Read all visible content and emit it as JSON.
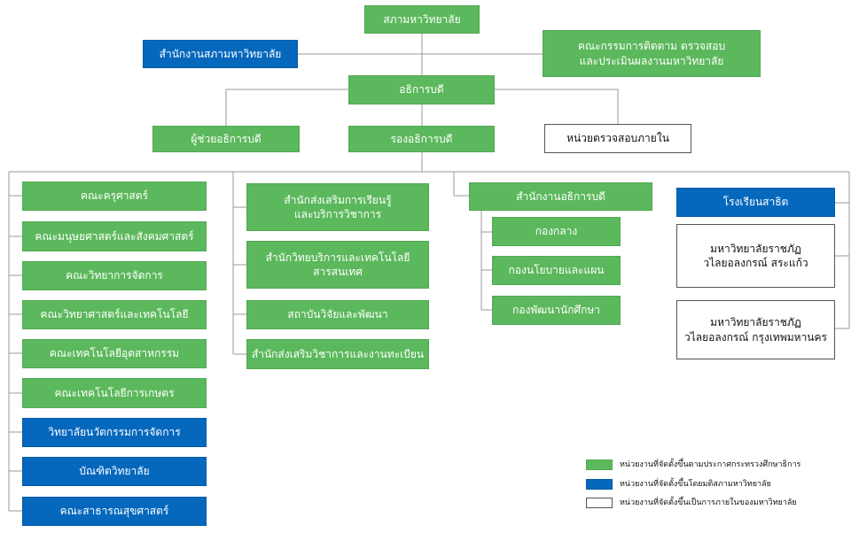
{
  "colors": {
    "green": "#5cb85c",
    "blue": "#0568bd",
    "white": "#ffffff",
    "connector": "#9a9a9a"
  },
  "top": {
    "council": "สภามหาวิทยาลัย",
    "council_office": "สำนักงานสภามหาวิทยาลัย",
    "committee": "คณะกรรมการติดตาม ตรวจสอบ\nและประเมินผลงานมหาวิทยาลัย",
    "president": "อธิการบดี",
    "assistant": "ผู้ช่วยอธิการบดี",
    "vice": "รองอธิการบดี",
    "audit": "หน่วยตรวจสอบภายใน"
  },
  "faculties": [
    "คณะครุศาสตร์",
    "คณะมนุษยศาสตร์และสังคมศาสตร์",
    "คณะวิทยาการจัดการ",
    "คณะวิทยาศาสตร์และเทคโนโลยี",
    "คณะเทคโนโลยีอุตสาหกรรม",
    "คณะเทคโนโลยีการเกษตร",
    "วิทยาลัยนวัตกรรมการจัดการ",
    "บัณฑิตวิทยาลัย",
    "คณะสาธารณสุขศาสตร์"
  ],
  "offices": [
    "สำนักส่งเสริมการเรียนรู้\nและบริการวิชาการ",
    "สำนักวิทยบริการและเทคโนโลยี\nสารสนเทศ",
    "สถาบันวิจัยและพัฒนา",
    "สำนักส่งเสริมวิชาการและงานทะเบียน"
  ],
  "president_office": {
    "title": "สำนักงานอธิการบดี",
    "divisions": [
      "กองกลาง",
      "กองนโยบายและแผน",
      "กองพัฒนานักศึกษา"
    ]
  },
  "others": {
    "school": "โรงเรียนสาธิต",
    "campus1": "มหาวิทยาลัยราชภัฏ\nวไลยอลงกรณ์ สระแก้ว",
    "campus2": "มหาวิทยาลัยราชภัฏ\nวไลยอลงกรณ์ กรุงเทพมหานคร"
  },
  "legend": [
    {
      "color": "green",
      "text": "หน่วยงานที่จัดตั้งขึ้นตามประกาศกระทรวงศึกษาธิการ"
    },
    {
      "color": "blue",
      "text": "หน่วยงานที่จัดตั้งขึ้นโดยมติสภามหาวิทยาลัย"
    },
    {
      "color": "white",
      "text": "หน่วยงานที่จัดตั้งขึ้นเป็นการภายในของมหาวิทยาลัย"
    }
  ]
}
